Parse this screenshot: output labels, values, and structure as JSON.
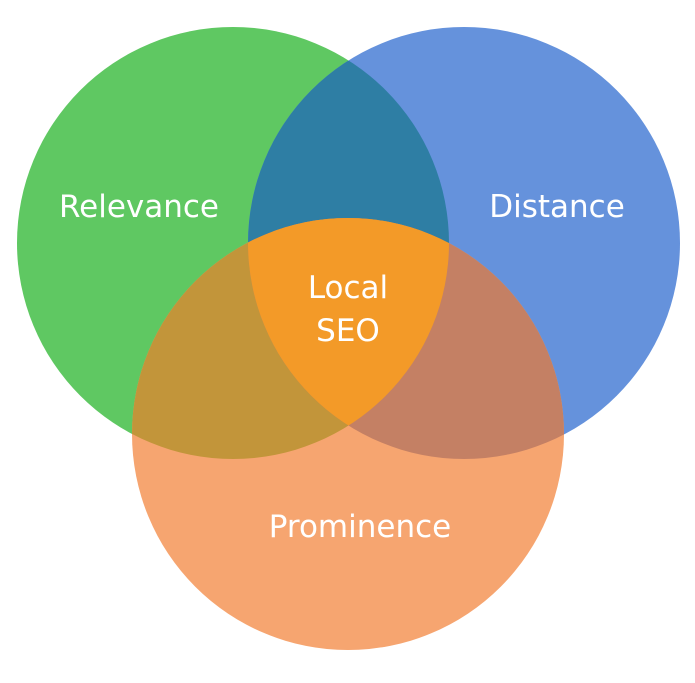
{
  "diagram": {
    "type": "venn",
    "sets": [
      {
        "label": "Relevance",
        "color": "#5fc862"
      },
      {
        "label": "Distance",
        "color": "#6592dc"
      },
      {
        "label": "Prominence",
        "color": "#f6a570"
      }
    ],
    "overlaps": {
      "relevance_distance": "#2e7ea4",
      "relevance_prominence": "#c2953a",
      "distance_prominence": "#c48064",
      "center": "#f39a28"
    },
    "center_label_line1": "Local",
    "center_label_line2": "SEO"
  }
}
